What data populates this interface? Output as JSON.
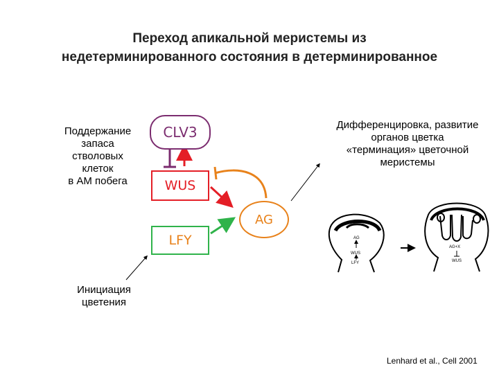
{
  "title": {
    "line1": "Переход апикальной меристемы из",
    "line2": "недетерминированного состояния в детерминированное"
  },
  "left_label": {
    "line1": "Поддержание",
    "line2": "запаса",
    "line3": "стволовых",
    "line4": "клеток",
    "line5": "в АМ побега"
  },
  "genes": {
    "clv3": "CLV3",
    "wus": "WUS",
    "ag": "AG",
    "lfy": "LFY"
  },
  "right_label": {
    "line1": "Дифференцировка, развитие",
    "line2": "органов цветка",
    "line3": "«терминация» цветочной",
    "line4": "меристемы"
  },
  "flowering_label": {
    "line1": "Инициация",
    "line2": "цветения"
  },
  "meristem_left": {
    "ag": "AG",
    "wus": "WUS",
    "lfy": "LFY"
  },
  "meristem_right": {
    "ag": "AG+X",
    "wus": "WUS"
  },
  "citation": "Lenhard et al., Cell 2001",
  "colors": {
    "red": "#e41e26",
    "purple": "#7b2c6f",
    "green": "#2fb34a",
    "orange": "#e8821b"
  }
}
